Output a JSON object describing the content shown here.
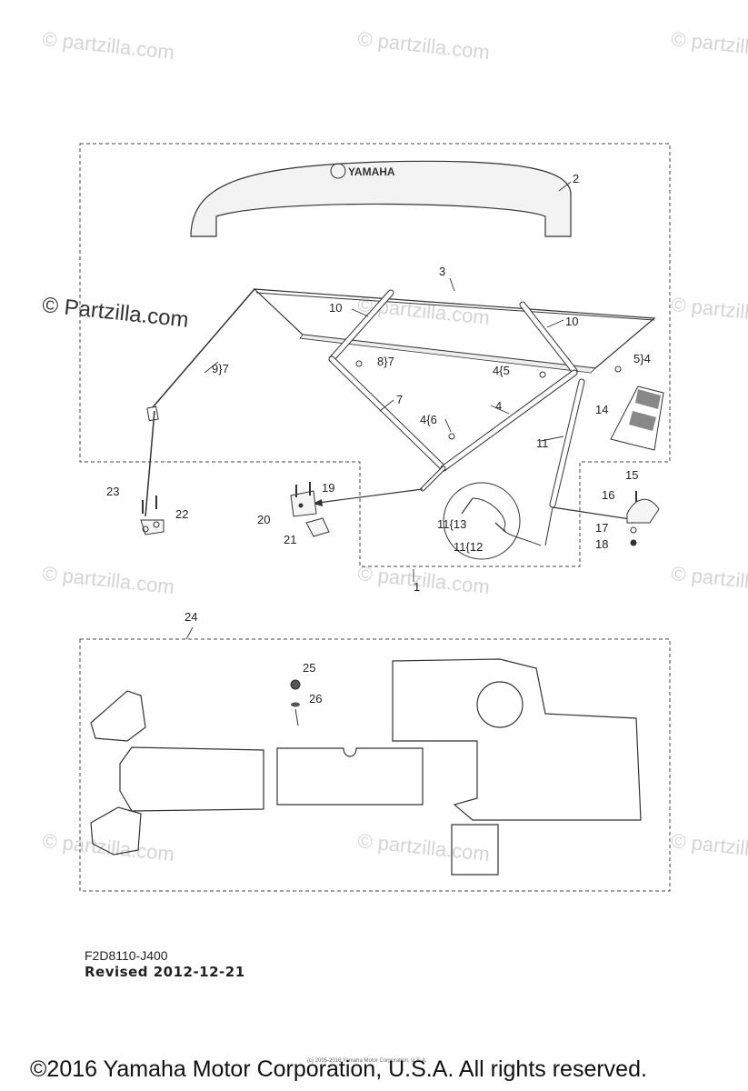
{
  "watermarks": {
    "text": "© partzilla.com",
    "strong_text": "© Partzilla.com"
  },
  "boat_brand": "YAMAHA",
  "callouts": {
    "c1": "1",
    "c2": "2",
    "c3": "3",
    "c4": "4",
    "c4_5": "4{5",
    "c4_6": "4{6",
    "c5_4": "5}4",
    "c7": "7",
    "c8_7": "8}7",
    "c9_7": "9}7",
    "c10a": "10",
    "c10b": "10",
    "c11": "11",
    "c11_13": "11{13",
    "c11_12": "11{12",
    "c14": "14",
    "c15": "15",
    "c16": "16",
    "c17": "17",
    "c18": "18",
    "c19": "19",
    "c20": "20",
    "c21": "21",
    "c22": "22",
    "c23": "23",
    "c24": "24",
    "c25": "25",
    "c26": "26"
  },
  "footer": {
    "diagram_code": "F2D8110-J400",
    "revised": "Revised 2012-12-21",
    "copyright": "©2016 Yamaha Motor Corporation, U.S.A. All rights reserved.",
    "fine_print": "(c) 2005-2016 Yamaha Motor Corporation, U.S.A."
  }
}
